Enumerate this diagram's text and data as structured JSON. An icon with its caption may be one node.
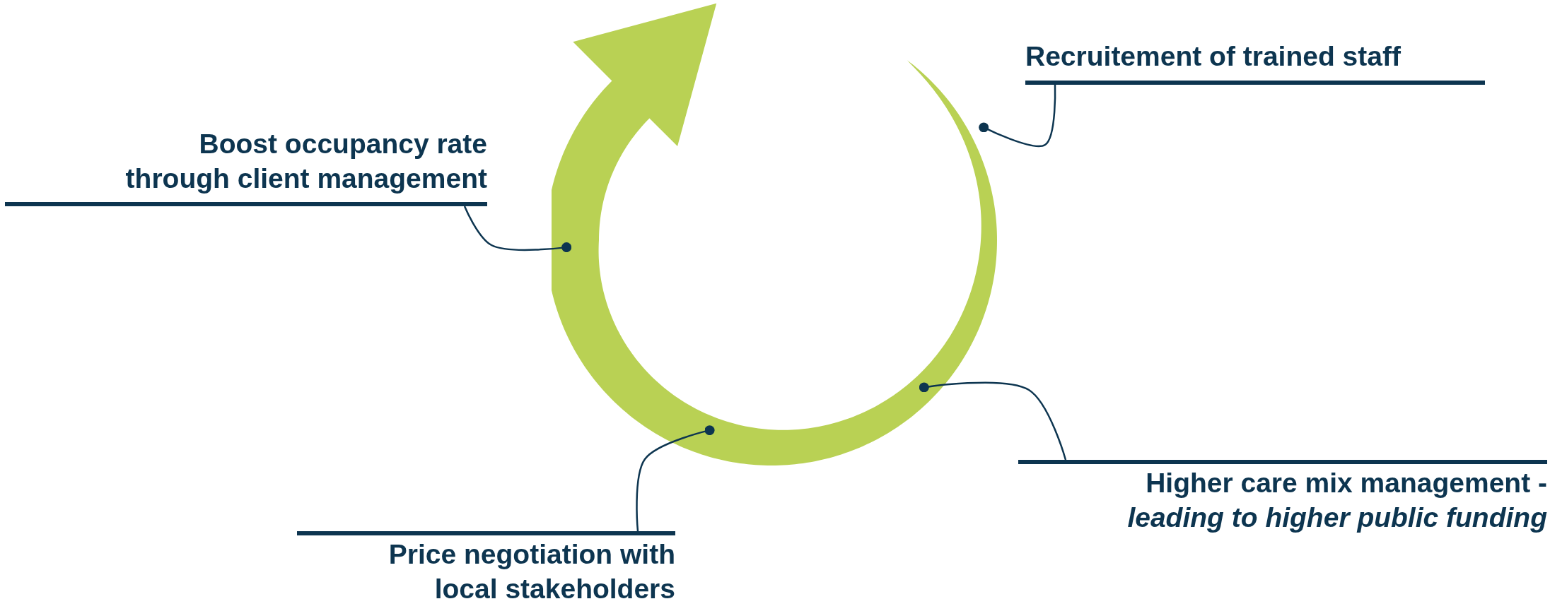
{
  "diagram": {
    "nodes": [
      {
        "text": [
          "Recruitement of trained staff"
        ]
      },
      {
        "text": [
          "Boost occupancy rate through client management"
        ]
      },
      {
        "text": [],
        "shape": "arrow"
      },
      {
        "text": [
          "Higher care mix management - *leading to higher public funding*"
        ]
      },
      {
        "text": [
          "Price negotiation with local stakeholders"
        ]
      }
    ],
    "edges": [
      {
        "from": 0,
        "to": 2,
        "arrow": "other"
      },
      {
        "from": 1,
        "to": 2,
        "arrow": "other"
      },
      {
        "from": 3,
        "to": 2,
        "arrow": "other"
      },
      {
        "from": 4,
        "to": 2,
        "arrow": "other"
      }
    ]
  }
}
